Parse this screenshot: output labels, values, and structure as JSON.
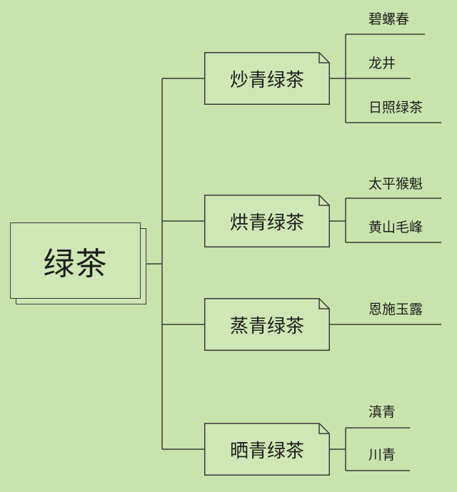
{
  "root": {
    "label": "绿茶"
  },
  "categories": [
    {
      "label": "炒青绿茶",
      "children": [
        "碧螺春",
        "龙井",
        "日照绿茶"
      ]
    },
    {
      "label": "烘青绿茶",
      "children": [
        "太平猴魁",
        "黄山毛峰"
      ]
    },
    {
      "label": "蒸青绿茶",
      "children": [
        "恩施玉露"
      ]
    },
    {
      "label": "晒青绿茶",
      "children": [
        "滇青",
        "川青"
      ]
    }
  ],
  "colors": {
    "background": "#c9e3ac",
    "line": "#3a3a3a",
    "text": "#1d1d1d"
  }
}
